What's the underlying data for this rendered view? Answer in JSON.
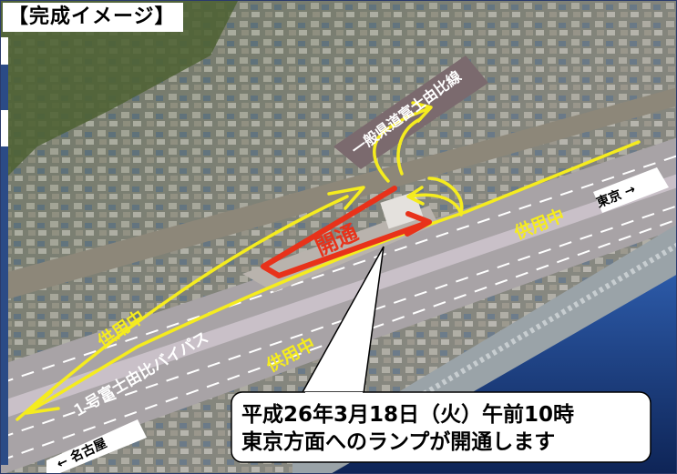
{
  "title": "【完成イメージ】",
  "labels": {
    "open": "開通",
    "prefectural_road": "一般県道富士由比線",
    "in_service_upper": "供用中",
    "in_service_left": "供用中",
    "in_service_lower": "供用中",
    "bypass": "１号富士由比バイパス",
    "tokyo": "東京 →",
    "nagoya": "← 名古屋"
  },
  "callout": {
    "line1": "平成26年3月18日（火）午前10時",
    "line2": "東京方面へのランプが開通します"
  },
  "colors": {
    "route": "#f5ec1e",
    "open_route": "#e8321a",
    "road_sign": "#7b6a6e",
    "sea": "#1d3a78"
  }
}
